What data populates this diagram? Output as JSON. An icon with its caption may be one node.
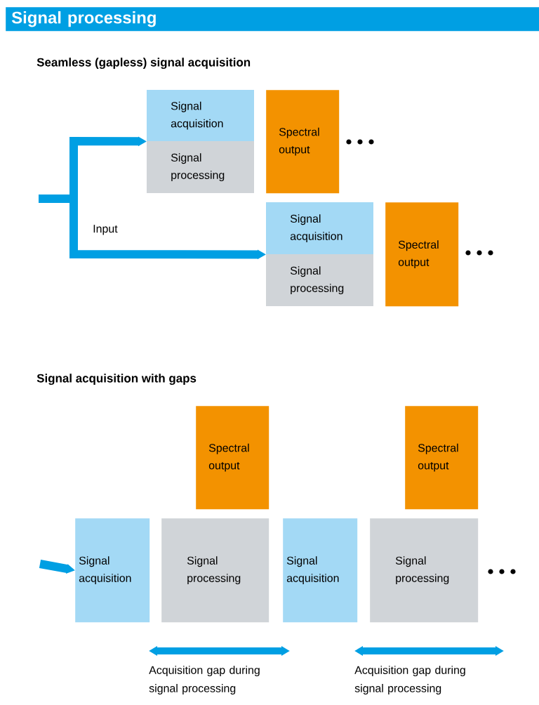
{
  "diagram": {
    "title": "Signal processing",
    "nodes": [
      {
        "text": [
          "Signal acquisition"
        ]
      },
      {
        "text": [
          "Signal processing"
        ]
      },
      {
        "text": [
          "Spectral output"
        ]
      },
      {
        "text": [
          "Signal acquisition"
        ]
      },
      {
        "text": [
          "Signal processing"
        ]
      },
      {
        "text": [
          "Spectral output"
        ]
      },
      {
        "text": [
          "Spectral output"
        ]
      },
      {
        "text": [
          "Spectral output"
        ]
      },
      {
        "text": [
          "Signal acquisition"
        ]
      },
      {
        "text": [
          "Signal processing"
        ]
      },
      {
        "text": [
          "Signal acquisition"
        ]
      },
      {
        "text": [
          "Signal processing"
        ]
      }
    ],
    "edges": [
      {
        "from": null,
        "to": 0,
        "arrow": "to"
      },
      {
        "from": null,
        "to": 3,
        "arrow": "to"
      },
      {
        "from": null,
        "to": 8,
        "arrow": "to"
      }
    ],
    "labels": [
      "Seamless (gapless) signal acquisition",
      "Input",
      "Signal acquisition with gaps",
      "Acquisition gap during signal processing",
      "Acquisition gap during signal processing"
    ]
  }
}
